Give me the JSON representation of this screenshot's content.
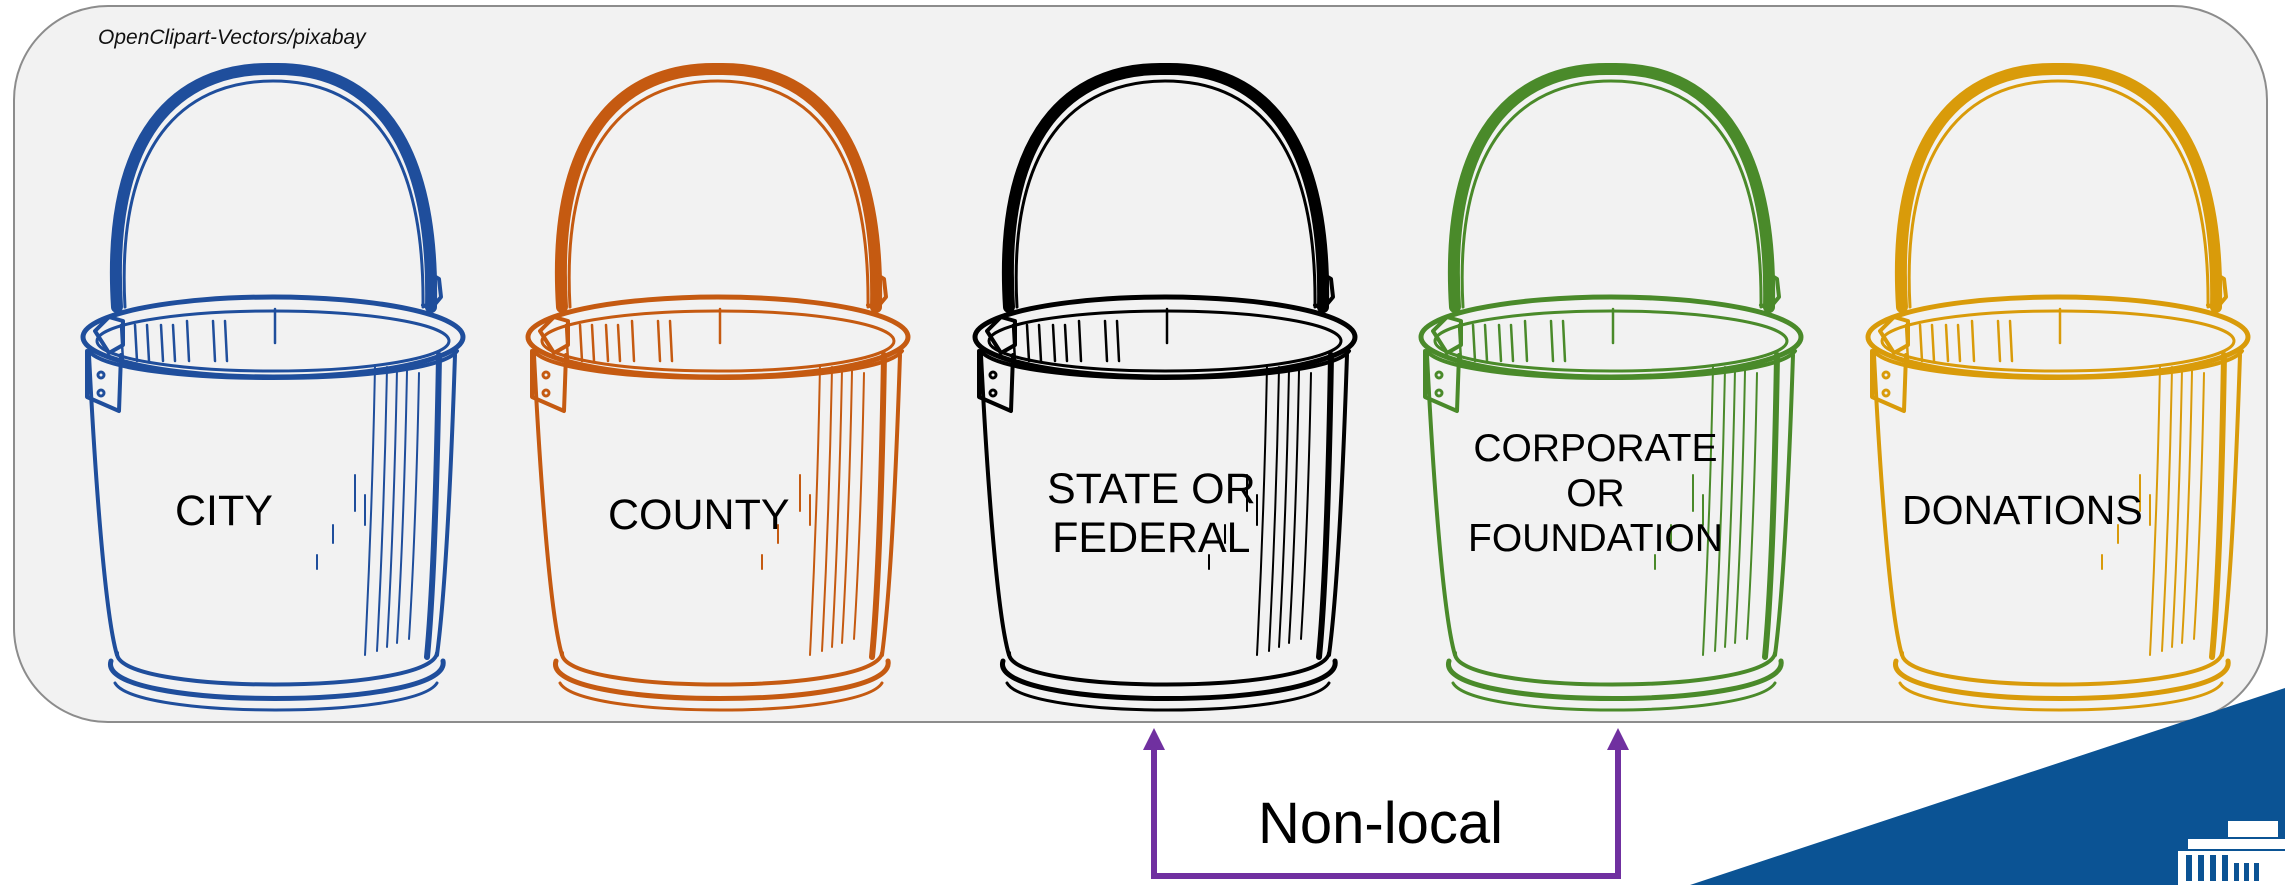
{
  "credit": "OpenClipart-Vectors/pixabay",
  "colors": {
    "panel_bg": "#f2f2f2",
    "panel_border": "#8c8c8c",
    "bracket": "#7030a0",
    "corner_band": "#0b5394",
    "logo": "#ffffff"
  },
  "buckets": [
    {
      "label_lines": [
        "CITY"
      ],
      "color": "#1f4e9c"
    },
    {
      "label_lines": [
        "COUNTY"
      ],
      "color": "#c55a11"
    },
    {
      "label_lines": [
        "STATE OR",
        "FEDERAL"
      ],
      "color": "#000000"
    },
    {
      "label_lines": [
        "CORPORATE",
        "OR",
        "FOUNDATION"
      ],
      "color": "#4a8a2a"
    },
    {
      "label_lines": [
        "DONATIONS"
      ],
      "color": "#d99b0a"
    }
  ],
  "bracket_label": "Non-local",
  "icons": {
    "bucket": "bucket-icon",
    "arrow": "arrow-up-icon",
    "logo": "building-logo-icon"
  }
}
